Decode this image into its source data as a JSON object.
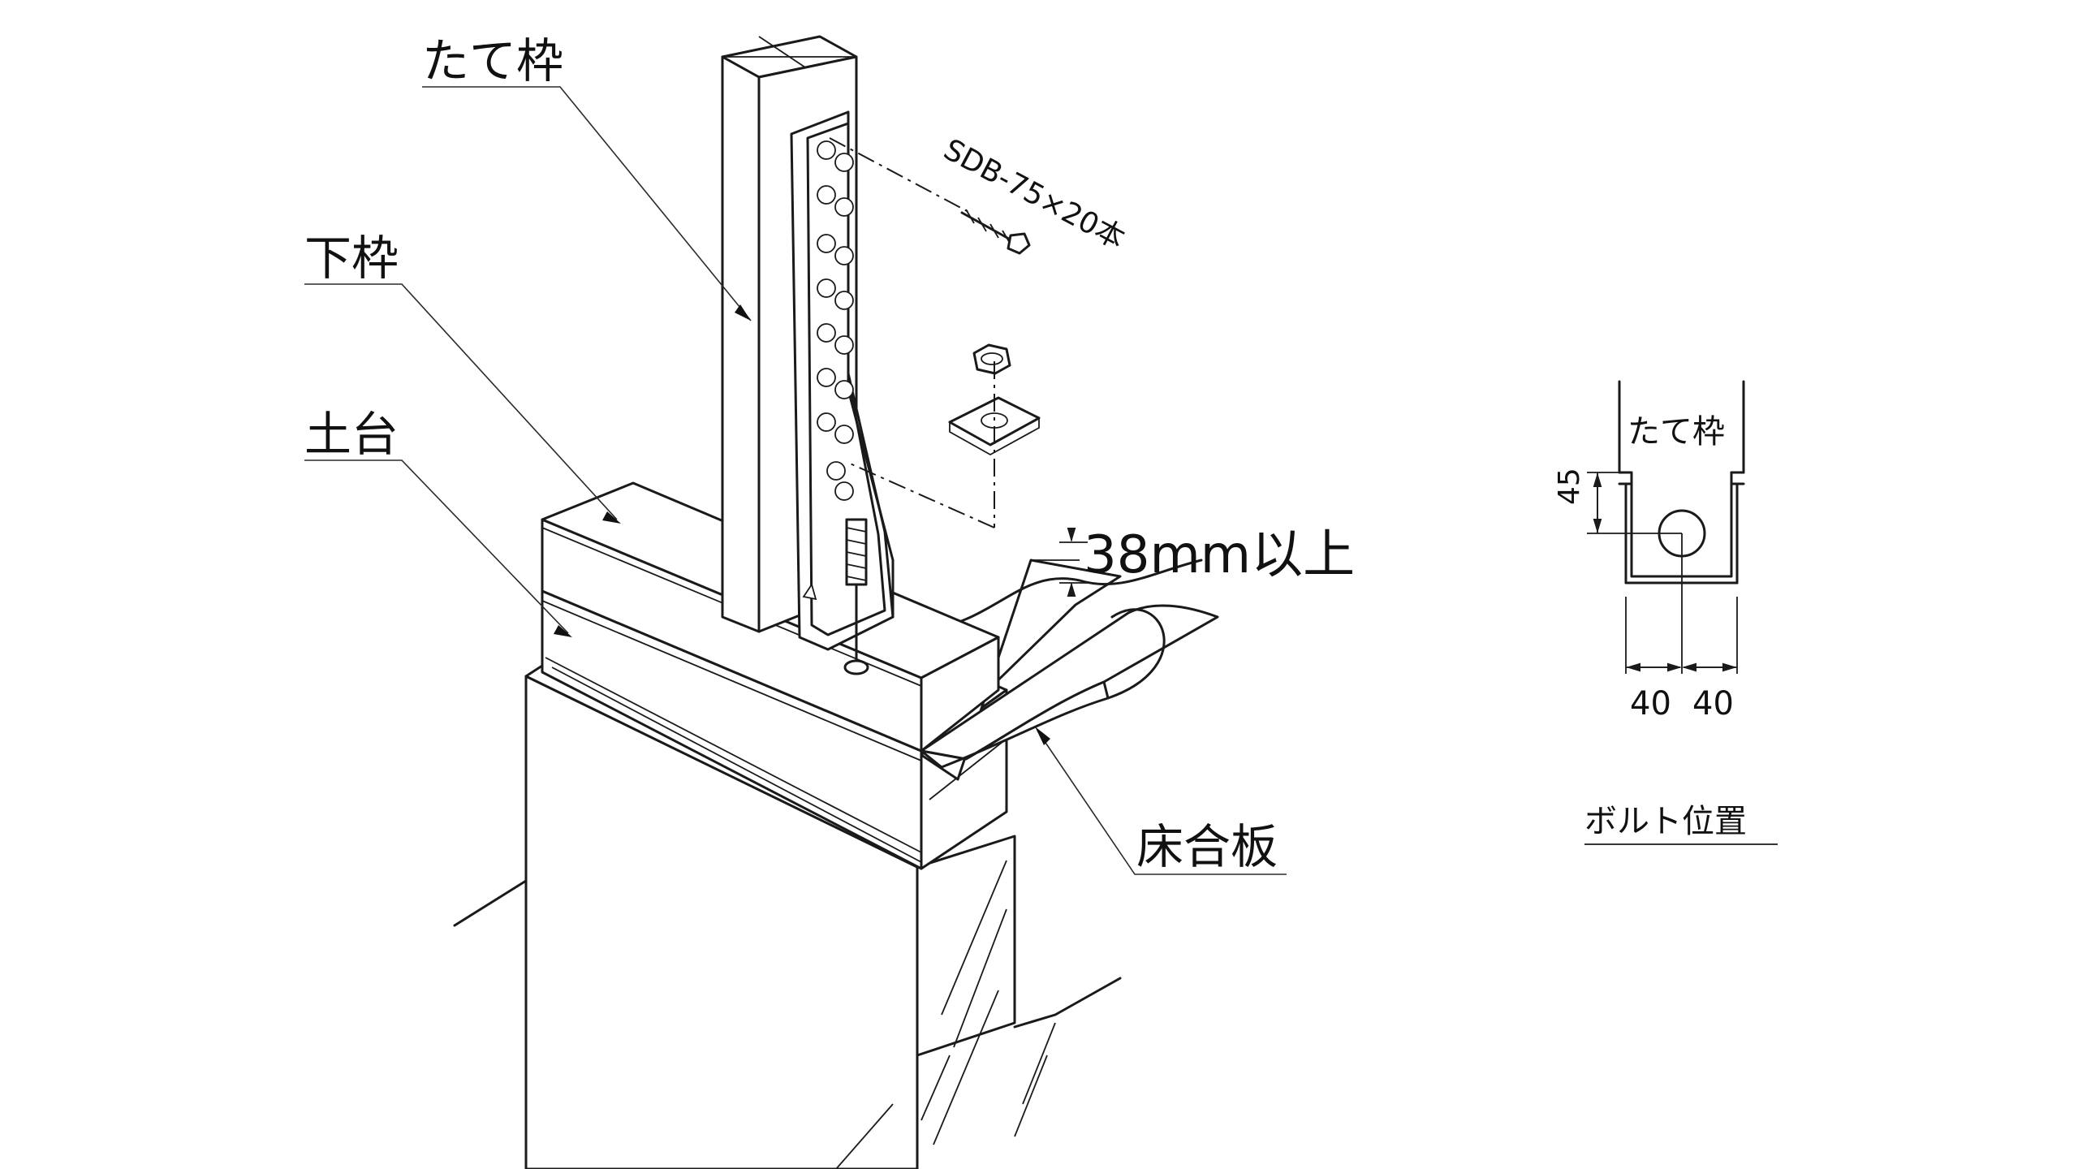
{
  "labels": {
    "vertical_frame": "たて枠",
    "bottom_frame": "下枠",
    "sill": "土台",
    "floor_board": "床合板",
    "screw_spec": "SDB-75×20本",
    "min_thickness": "38mm以上",
    "bolt_position_title": "ボルト位置",
    "detail_vertical_frame": "たて枠"
  },
  "dimensions": {
    "height_from_top": "45",
    "left_offset": "40",
    "right_offset": "40"
  }
}
